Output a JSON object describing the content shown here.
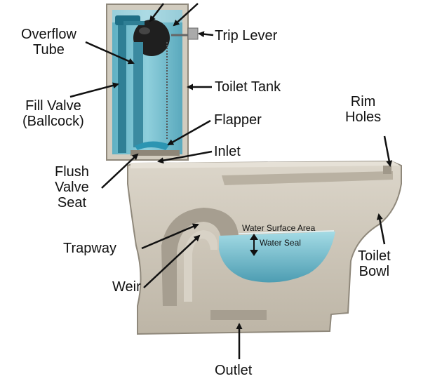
{
  "labels": {
    "overflow_tube": [
      "Overflow",
      "Tube"
    ],
    "fill_valve": [
      "Fill Valve",
      "(Ballcock)"
    ],
    "flush_valve_seat": [
      "Flush",
      "Valve",
      "Seat"
    ],
    "trapway": "Trapway",
    "weir": "Weir",
    "outlet": "Outlet",
    "trip_lever": "Trip Lever",
    "toilet_tank": "Toilet Tank",
    "flapper": "Flapper",
    "inlet": "Inlet",
    "rim_holes": [
      "Rim",
      "Holes"
    ],
    "toilet_bowl": [
      "Toilet",
      "Bowl"
    ],
    "water_surface_area": "Water Surface Area",
    "water_seal": "Water Seal"
  },
  "colors": {
    "ceramic": "#cdc6b8",
    "ceramic_dark": "#a9a193",
    "water": "#7fc3d2",
    "water_deep": "#4f9fb4",
    "float": "#2a2a2a",
    "arrow": "#111111"
  }
}
